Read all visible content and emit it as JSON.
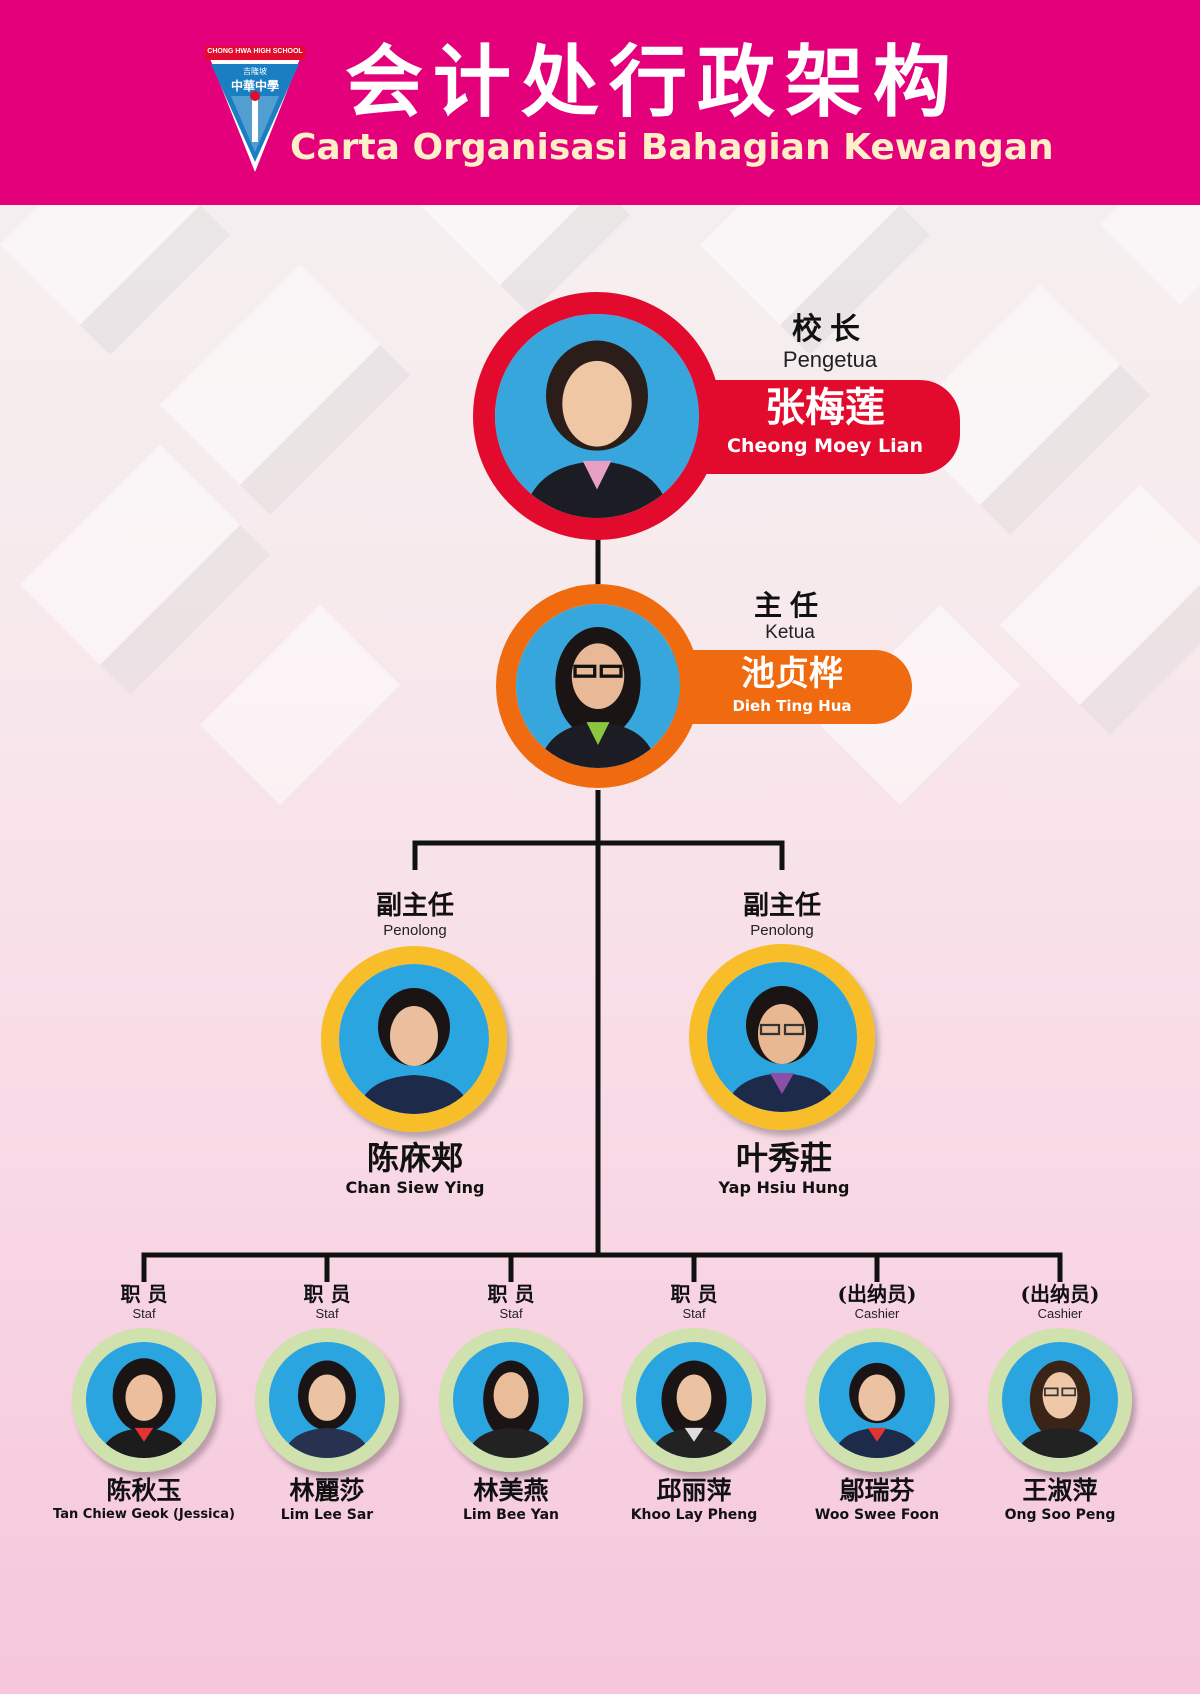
{
  "header": {
    "title_zh": "会计处行政架构",
    "title_ms": "Carta Organisasi Bahagian Kewangan",
    "logo_top": "CHONG HWA HIGH SCHOOL",
    "logo_school_small": "吉隆坡",
    "logo_school": "中華中學",
    "bg_color": "#e4007b"
  },
  "principal": {
    "role_zh": "校长",
    "role_ms": "Pengetua",
    "name_zh": "张梅莲",
    "name_en": "Cheong Moey Lian",
    "color": "#e30b2d"
  },
  "head": {
    "role_zh": "主任",
    "role_ms": "Ketua",
    "name_zh": "池贞桦",
    "name_en": "Dieh Ting Hua",
    "color": "#f06a0f"
  },
  "assistants": [
    {
      "role_zh": "副主任",
      "role_ms": "Penolong",
      "name_zh": "陈庥郏",
      "name_en": "Chan Siew Ying"
    },
    {
      "role_zh": "副主任",
      "role_ms": "Penolong",
      "name_zh": "叶秀莊",
      "name_en": "Yap Hsiu Hung"
    }
  ],
  "staff": [
    {
      "role_zh": "职 员",
      "role_ms": "Staf",
      "name_zh": "陈秋玉",
      "name_en": "Tan Chiew Geok (Jessica)"
    },
    {
      "role_zh": "职 员",
      "role_ms": "Staf",
      "name_zh": "林麗莎",
      "name_en": "Lim Lee Sar"
    },
    {
      "role_zh": "职 员",
      "role_ms": "Staf",
      "name_zh": "林美燕",
      "name_en": "Lim Bee Yan"
    },
    {
      "role_zh": "职 员",
      "role_ms": "Staf",
      "name_zh": "邱丽萍",
      "name_en": "Khoo Lay Pheng"
    },
    {
      "role_zh": "(出纳员)",
      "role_ms": "Cashier",
      "name_zh": "鄔瑞芬",
      "name_en": "Woo Swee Foon"
    },
    {
      "role_zh": "(出纳员)",
      "role_ms": "Cashier",
      "name_zh": "王淑萍",
      "name_en": "Ong Soo Peng"
    }
  ]
}
